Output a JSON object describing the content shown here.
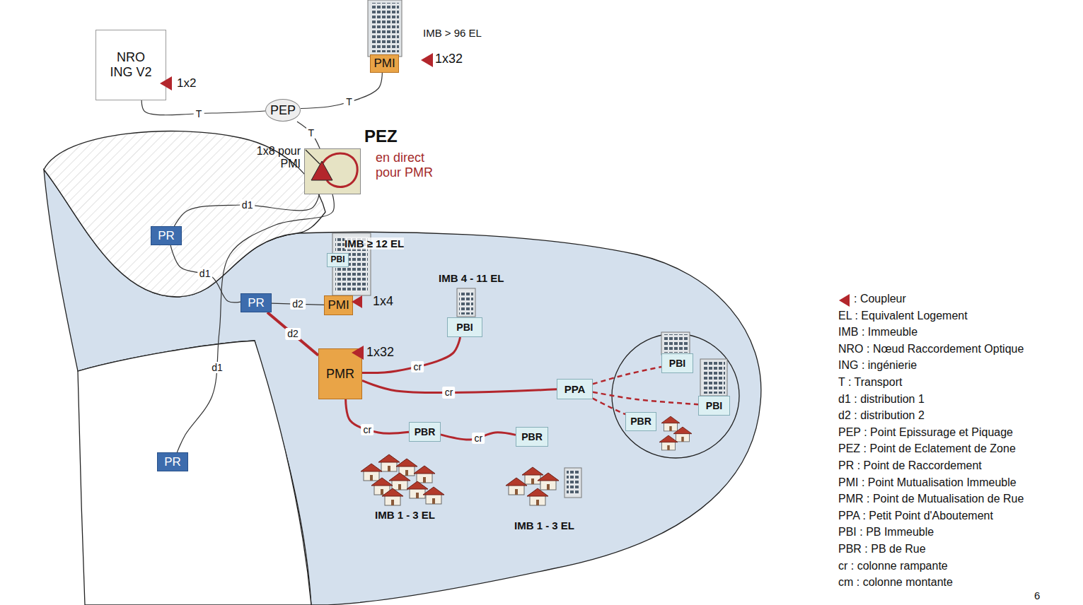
{
  "diagram": {
    "nodes": [
      {
        "text": [
          "NRO ING V2"
        ]
      },
      {
        "text": [
          "PMI"
        ]
      },
      {
        "text": [
          "PEP"
        ]
      },
      {
        "text": [
          "PEZ",
          "1x8 pour PMI",
          "en direct pour PMR"
        ]
      },
      {
        "text": [
          "PR"
        ]
      },
      {
        "text": [
          "PBI"
        ]
      },
      {
        "text": [
          "PR"
        ]
      },
      {
        "text": [
          "PMI"
        ]
      },
      {
        "text": [
          "PBI"
        ]
      },
      {
        "text": [
          "PMR"
        ]
      },
      {
        "text": [
          "PPA"
        ]
      },
      {
        "text": [
          "PBI"
        ]
      },
      {
        "text": [
          "PBI"
        ]
      },
      {
        "text": [
          "PBR"
        ]
      },
      {
        "text": [
          "PBR"
        ]
      },
      {
        "text": [
          "PBR"
        ]
      },
      {
        "text": [
          "PR"
        ]
      }
    ],
    "edges": [
      {
        "from": 0,
        "to": 2,
        "label": "T",
        "arrow": "none"
      },
      {
        "from": 2,
        "to": 1,
        "label": "T",
        "arrow": "none"
      },
      {
        "from": 2,
        "to": 3,
        "label": "T",
        "arrow": "none"
      },
      {
        "from": 3,
        "to": 4,
        "label": "d1",
        "arrow": "none"
      },
      {
        "from": 4,
        "to": 6,
        "label": "d1",
        "arrow": "none"
      },
      {
        "from": 3,
        "to": 16,
        "label": "d1",
        "arrow": "none"
      },
      {
        "from": 6,
        "to": 7,
        "label": "d2",
        "arrow": "none"
      },
      {
        "from": 6,
        "to": 9,
        "label": "d2",
        "arrow": "none"
      },
      {
        "from": 9,
        "to": 8,
        "label": "cr",
        "arrow": "none"
      },
      {
        "from": 9,
        "to": 10,
        "label": "cr",
        "arrow": "none"
      },
      {
        "from": 9,
        "to": 14,
        "label": "cr",
        "arrow": "none"
      },
      {
        "from": 14,
        "to": 15,
        "label": "cr",
        "arrow": "none"
      },
      {
        "from": 10,
        "to": 11,
        "arrow": "none"
      },
      {
        "from": 10,
        "to": 12,
        "arrow": "none"
      },
      {
        "from": 10,
        "to": 13,
        "arrow": "none"
      }
    ],
    "labels": [
      "1x2",
      "IMB > 96 EL",
      "1x32",
      "IMB ≥ 12 EL",
      "1x4",
      "IMB 4 - 11 EL",
      "1x32",
      "IMB 1 - 3 EL",
      "IMB 1 - 3 EL",
      "6"
    ],
    "legend": [
      {
        "text": ": Coupleur"
      },
      {
        "text": "EL : Equivalent Logement"
      },
      {
        "text": "IMB : Immeuble"
      },
      {
        "text": "NRO : Nœud Raccordement Optique"
      },
      {
        "text": "ING : ingénierie"
      },
      {
        "text": "T : Transport"
      },
      {
        "text": "d1 : distribution 1"
      },
      {
        "text": "d2 : distribution 2"
      },
      {
        "text": "PEP : Point Epissurage et Piquage"
      },
      {
        "text": "PEZ : Point de Eclatement de Zone"
      },
      {
        "text": "PR : Point de Raccordement"
      },
      {
        "text": "PMI : Point Mutualisation Immeuble"
      },
      {
        "text": "PMR : Point de Mutualisation de Rue"
      },
      {
        "text": "PPA : Petit Point d'Aboutement"
      },
      {
        "text": "PBI : PB Immeuble"
      },
      {
        "text": "PBR : PB de Rue"
      },
      {
        "text": "cr : colonne rampante"
      },
      {
        "text": "cm : colonne montante"
      }
    ]
  }
}
